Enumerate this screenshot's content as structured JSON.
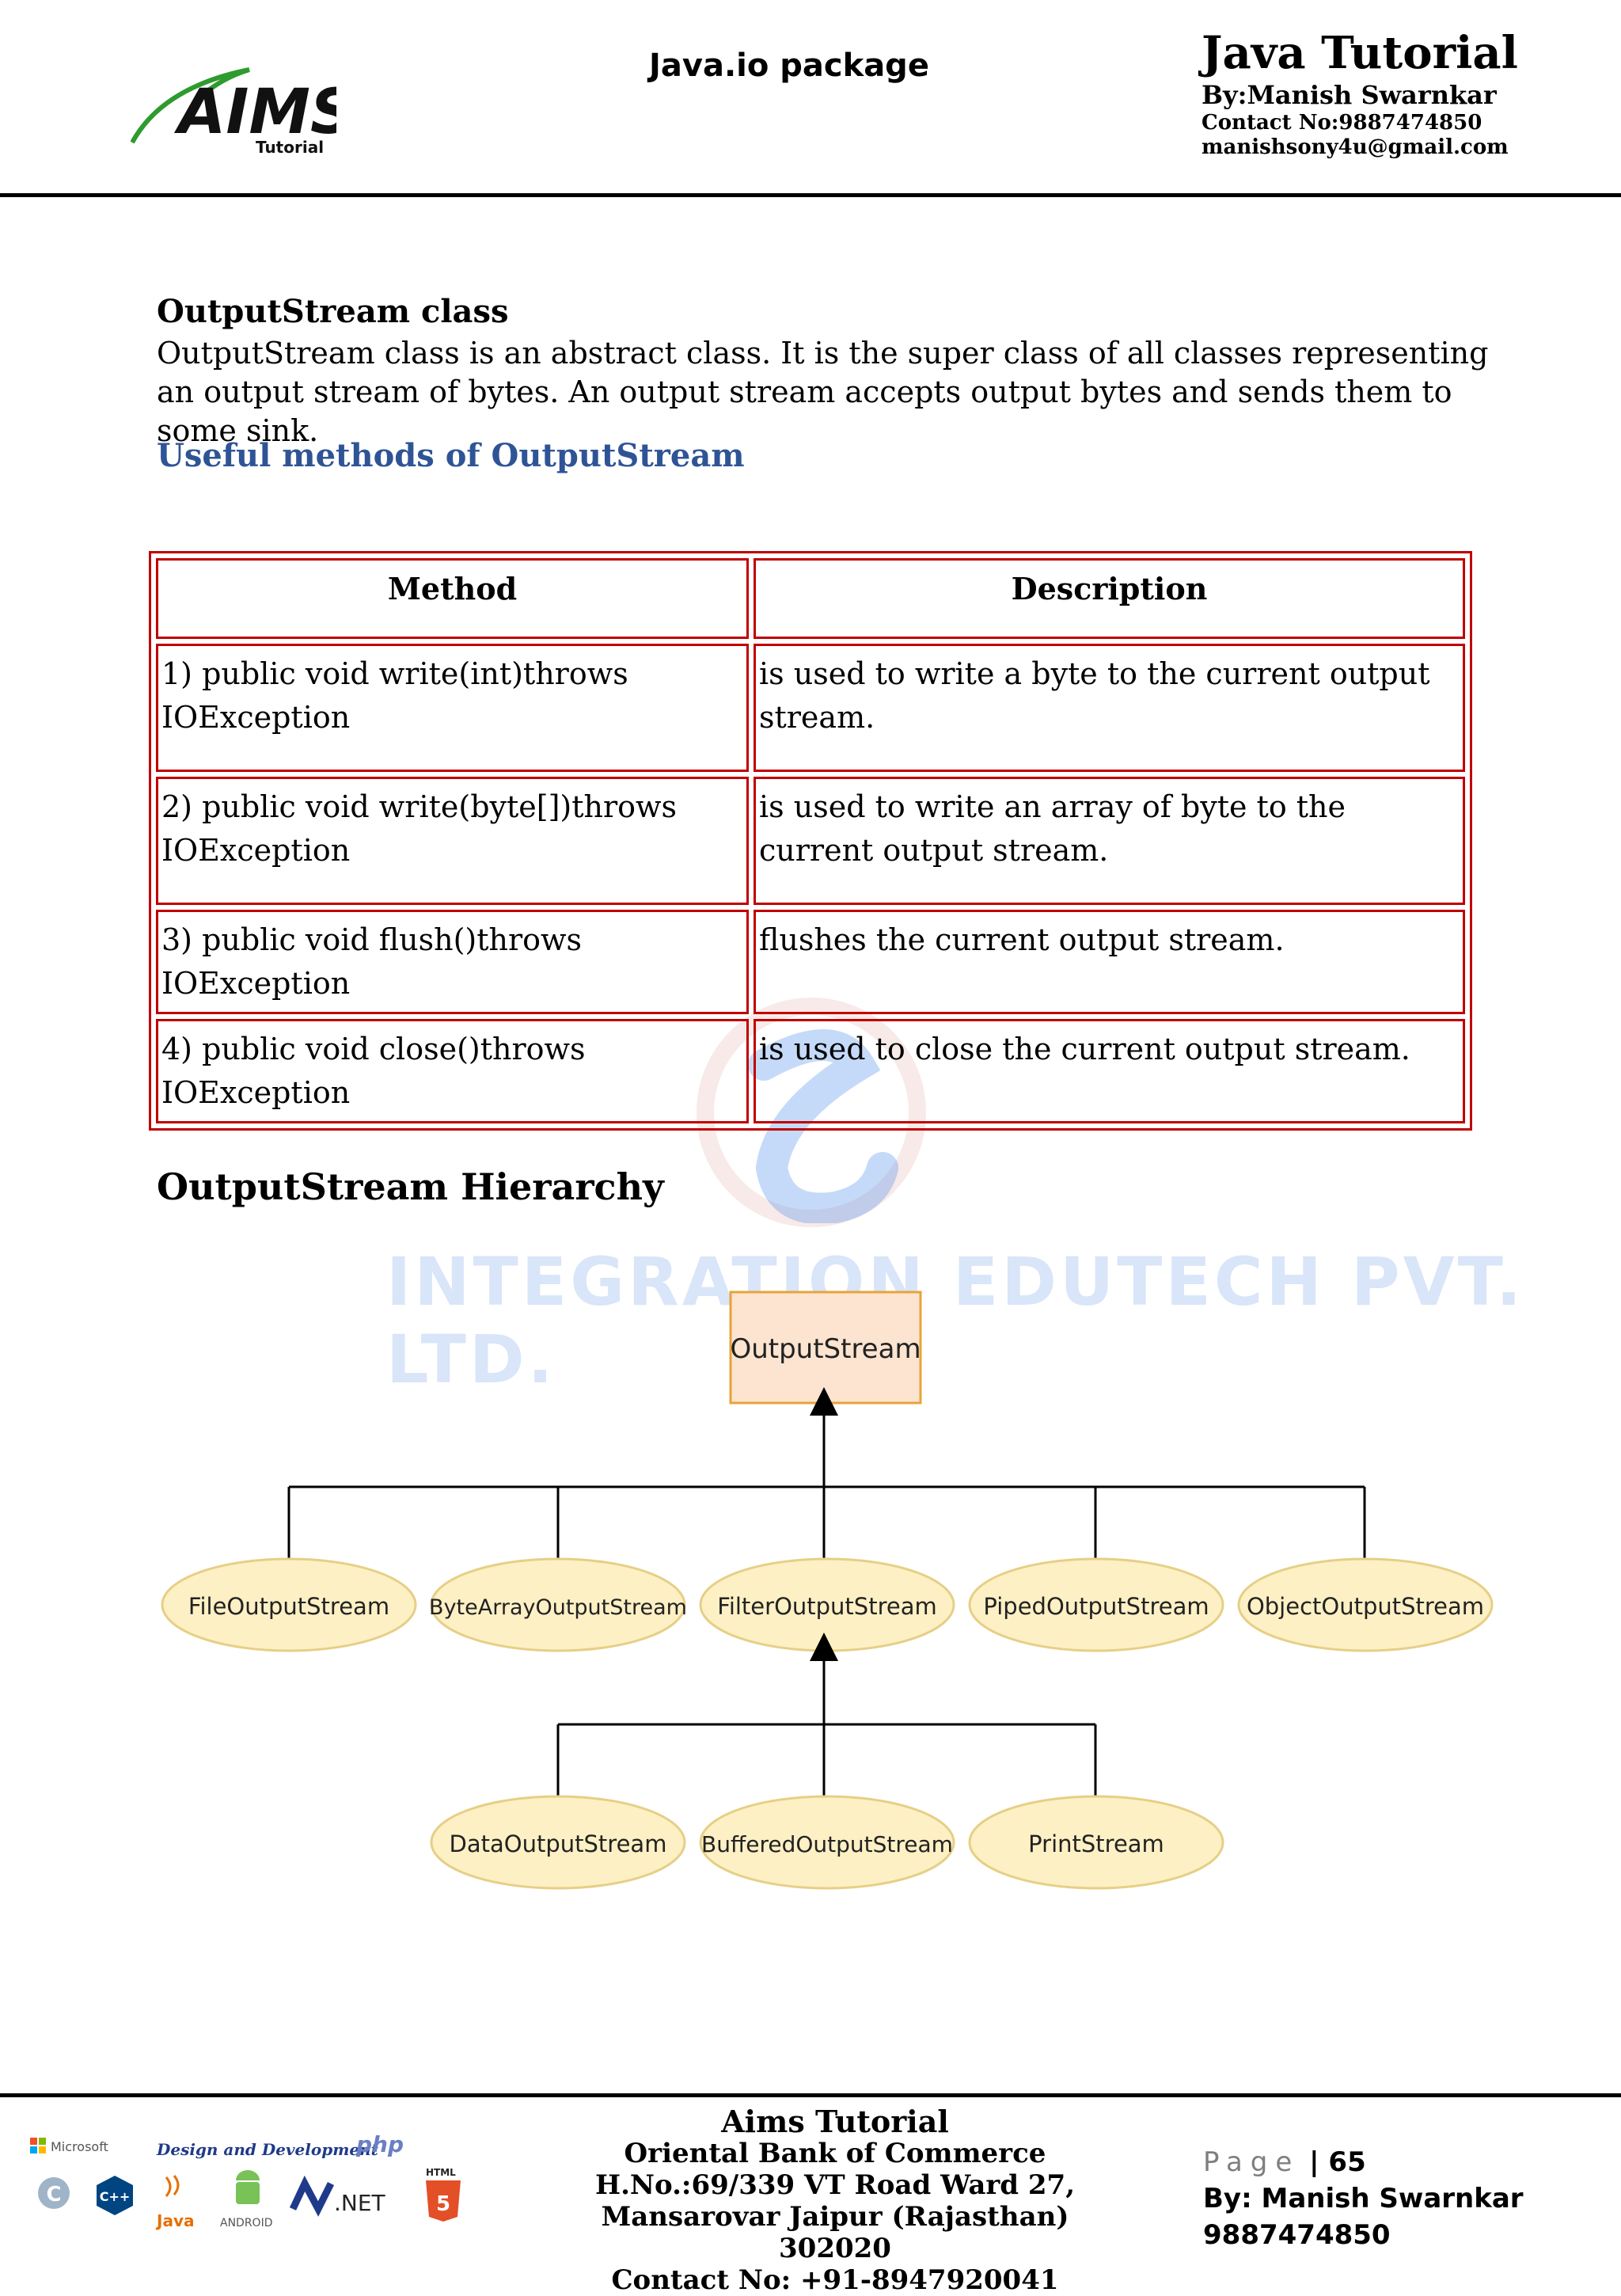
{
  "header": {
    "logo_text": "AIMS",
    "logo_sub": "Tutorial",
    "center_title": "Java.io package",
    "right_title": "Java Tutorial",
    "author": "By:Manish Swarnkar",
    "contact": "Contact No:9887474850",
    "email": "manishsony4u@gmail.com"
  },
  "section": {
    "heading": "OutputStream class",
    "paragraph": "OutputStream class is an abstract class. It is the super class of all classes representing an output stream of bytes. An output stream accepts output bytes and sends them to some sink.",
    "methods_heading": "Useful methods of OutputStream"
  },
  "table": {
    "headers": [
      "Method",
      "Description"
    ],
    "rows": [
      {
        "method": "1) public void write(int)throws IOException",
        "description": "is used to write a byte to the current output stream."
      },
      {
        "method": "2) public void write(byte[])throws IOException",
        "description": "is used to write an array of byte to the current output stream."
      },
      {
        "method": "3) public void flush()throws IOException",
        "description": "flushes the current output stream."
      },
      {
        "method": "4) public void close()throws IOException",
        "description": "is used to close the current output stream."
      }
    ]
  },
  "hierarchy": {
    "heading": "OutputStream Hierarchy",
    "root": "OutputStream",
    "level1": [
      "FileOutputStream",
      "ByteArrayOutputStream",
      "FilterOutputStream",
      "PipedOutputStream",
      "ObjectOutputStream"
    ],
    "level2": [
      "DataOutputStream",
      "BufferedOutputStream",
      "PrintStream"
    ]
  },
  "watermark": "INTEGRATION EDUTECH PVT. LTD.",
  "footer": {
    "logos": {
      "microsoft": "Microsoft",
      "design": "Design and Development",
      "php": "php",
      "html": "HTML",
      "java": "Java",
      "android": "ANDROID",
      "net": ".NET",
      "c": "C",
      "cpp": "C++"
    },
    "center_lines": [
      "Aims Tutorial",
      "Oriental Bank of Commerce",
      "H.No.:69/339 VT Road Ward 27,",
      "Mansarovar Jaipur (Rajasthan) 302020",
      "Contact No: +91-8947920041"
    ],
    "page_label": "Page",
    "page_number": "65",
    "author": "By: Manish Swarnkar",
    "phone": "9887474850"
  },
  "colors": {
    "heading_blue": "#2f5496",
    "table_border": "#c00000",
    "root_fill": "#fce4d0",
    "root_border": "#e8a33a",
    "node_fill": "#fdf0c4",
    "node_border": "#e6cf86"
  }
}
